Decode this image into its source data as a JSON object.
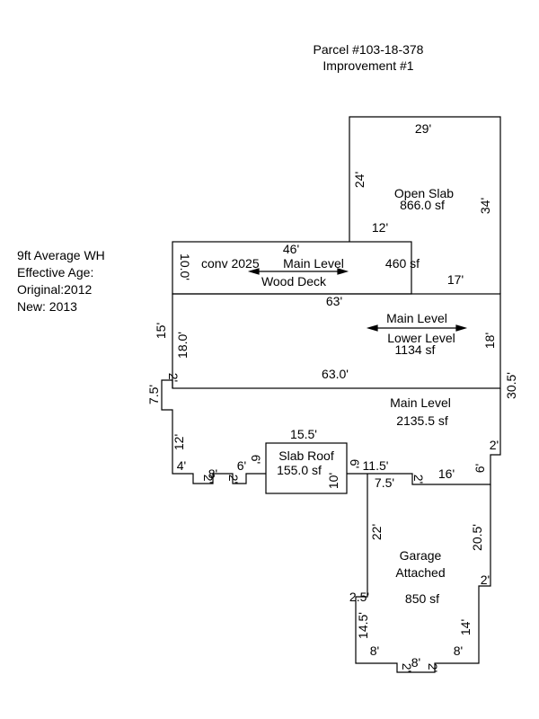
{
  "header": {
    "parcel": "Parcel #103-18-378",
    "improvement": "Improvement #1"
  },
  "notes": [
    "9ft Average WH",
    "Effective Age:",
    "Original:2012",
    "New: 2013"
  ],
  "areas": {
    "open_slab": {
      "name": "Open Slab",
      "size": "866.0 sf"
    },
    "wood_deck": {
      "prefix": "conv 2025",
      "name_top": "Main Level",
      "name_bottom": "Wood Deck",
      "size": "460 sf"
    },
    "lower_level": {
      "name_top": "Main Level",
      "name_bottom": "Lower Level",
      "size": "1134 sf"
    },
    "main_level": {
      "name": "Main Level",
      "size": "2135.5 sf"
    },
    "slab_roof": {
      "name": "Slab Roof",
      "size": "155.0 sf"
    },
    "garage": {
      "name_top": "Garage",
      "name_bottom": "Attached",
      "size": "850 sf"
    }
  },
  "dimensions": {
    "open_slab_top": "29'",
    "open_slab_left": "24'",
    "open_slab_right": "34'",
    "open_slab_bottom_left": "12'",
    "open_slab_bottom_right": "17'",
    "deck_top": "46'",
    "deck_left": "10.0'",
    "lower_top": "63'",
    "lower_bottom": "63.0'",
    "lower_left_outer": "15'",
    "lower_left_inner": "18.0'",
    "lower_right": "18'",
    "main_right": "30.5'",
    "main_step_top": "2'",
    "main_left_step": "7.5'",
    "main_left_lower": "12'",
    "main_bottom_4": "4'",
    "main_bottom_2a": "2'",
    "main_bottom_8": "8'",
    "main_bottom_2b": "2'",
    "main_bottom_6": "6'",
    "main_slab_left": "6'",
    "main_slab_right": "6'",
    "slab_top": "15.5'",
    "slab_right": "10'",
    "main_bottom_115": "11.5'",
    "main_bottom_75": "7.5'",
    "main_bottom_2c": "2'",
    "main_bottom_16": "16'",
    "main_right_6": "6'",
    "main_right_2": "2'",
    "garage_left": "22'",
    "garage_right": "20.5'",
    "garage_step_right": "2'",
    "garage_step_left": "2.5'",
    "garage_left_lower": "14.5'",
    "garage_right_lower": "14'",
    "garage_bottom_left": "8'",
    "garage_bottom_right": "8'",
    "garage_bottom_mid": "8'",
    "garage_bottom_2a": "2'",
    "garage_bottom_2b": "2'"
  }
}
